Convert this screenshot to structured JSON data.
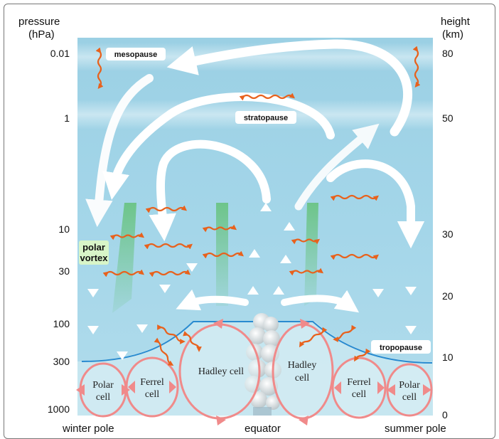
{
  "left_axis": {
    "title_line1": "pressure",
    "title_line2": "(hPa)",
    "ticks": [
      "0.01",
      "1",
      "10",
      "30",
      "100",
      "300",
      "1000"
    ]
  },
  "right_axis": {
    "title_line1": "height",
    "title_line2": "(km)",
    "ticks": [
      "80",
      "50",
      "30",
      "20",
      "10",
      "0"
    ]
  },
  "layers": {
    "mesopause": "mesopause",
    "stratopause": "stratopause",
    "tropopause": "tropopause",
    "polar_vortex_line1": "polar",
    "polar_vortex_line2": "vortex"
  },
  "cells": {
    "polar_left_1": "Polar",
    "polar_left_2": "cell",
    "ferrel_left_1": "Ferrel",
    "ferrel_left_2": "cell",
    "hadley_left": "Hadley cell",
    "hadley_right_1": "Hadley",
    "hadley_right_2": "cell",
    "ferrel_right_1": "Ferrel",
    "ferrel_right_2": "cell",
    "polar_right_1": "Polar",
    "polar_right_2": "cell"
  },
  "bottom": {
    "winter_pole": "winter pole",
    "equator": "equator",
    "summer_pole": "summer pole"
  },
  "colors": {
    "sky_top": "#9fd3e6",
    "sky_bottom": "#a9d8ea",
    "cell_fill": "#d8eef3",
    "cell_outline": "#f08a8a",
    "wave_arrow": "#e8611c",
    "tropopause_line": "#2a8bd0",
    "green_band": "#5cbf6a"
  }
}
